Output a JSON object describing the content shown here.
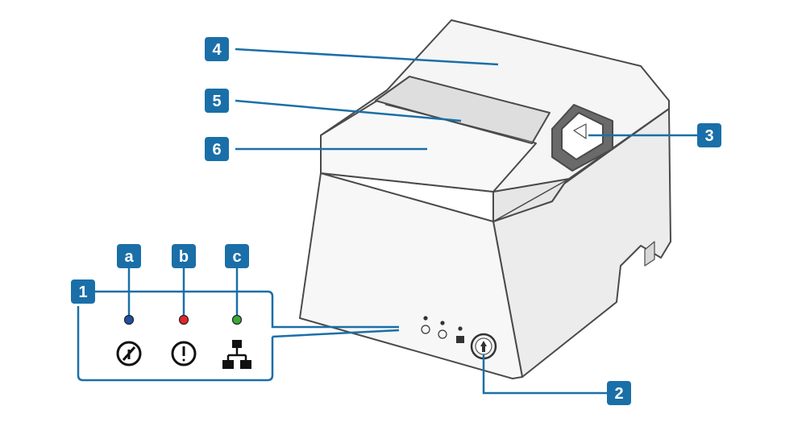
{
  "title": "Printer parts diagram",
  "colors": {
    "badge": "#1a6fa8",
    "leader": "#1a6fa8",
    "led_power": "#1f4fa0",
    "led_error": "#e0262b",
    "led_network": "#3aa935",
    "outline": "#4a4a4a",
    "body": "#f2f2f2"
  },
  "callouts": [
    {
      "label": "1",
      "part": "indicator-panel"
    },
    {
      "label": "2",
      "part": "feed-button"
    },
    {
      "label": "3",
      "part": "cover-open-lever"
    },
    {
      "label": "4",
      "part": "printer-cover"
    },
    {
      "label": "5",
      "part": "paper-outlet"
    },
    {
      "label": "6",
      "part": "front-cover"
    }
  ],
  "indicators": [
    {
      "label": "a",
      "icon": "power-icon",
      "color": "#1f4fa0"
    },
    {
      "label": "b",
      "icon": "error-icon",
      "color": "#e0262b"
    },
    {
      "label": "c",
      "icon": "network-icon",
      "color": "#3aa935"
    }
  ]
}
